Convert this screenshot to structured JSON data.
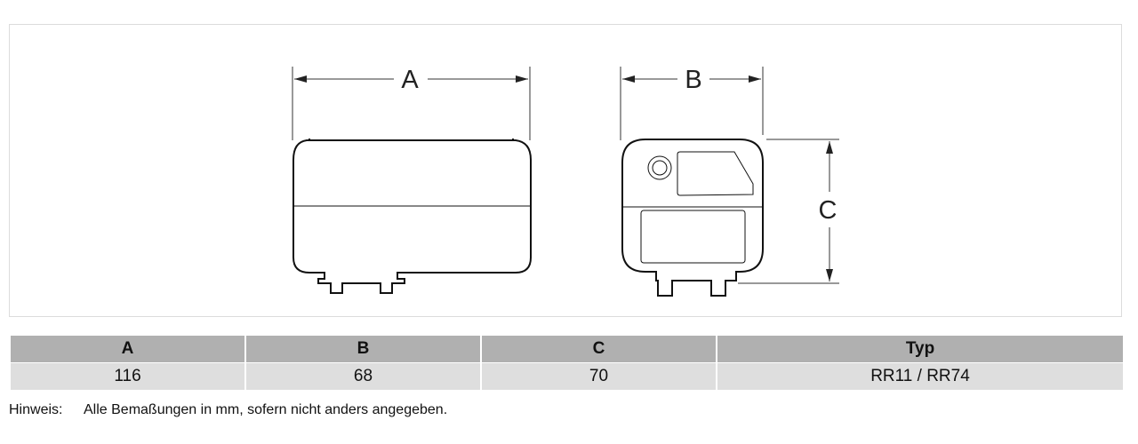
{
  "drawing": {
    "labels": {
      "a": "A",
      "b": "B",
      "c": "C"
    }
  },
  "table": {
    "headers": [
      "A",
      "B",
      "C",
      "Typ"
    ],
    "rows": [
      [
        "116",
        "68",
        "70",
        "RR11 / RR74"
      ]
    ]
  },
  "note": {
    "label": "Hinweis:",
    "text": "Alle Bemaßungen in mm, sofern nicht anders angegeben."
  }
}
